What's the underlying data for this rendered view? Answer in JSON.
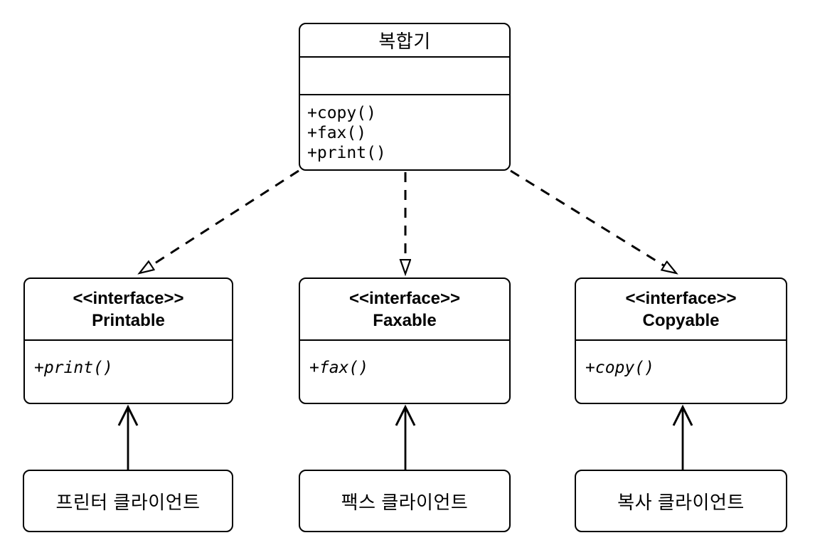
{
  "diagram": {
    "type": "uml-class-diagram",
    "colors": {
      "line": "#000000",
      "background": "#ffffff",
      "box_fill": "#ffffff"
    },
    "main_class": {
      "name": "복합기",
      "attributes": "",
      "methods": [
        "+copy()",
        "+fax()",
        "+print()"
      ]
    },
    "interfaces": [
      {
        "stereotype": "<<interface>>",
        "name": "Printable",
        "method": "+print()"
      },
      {
        "stereotype": "<<interface>>",
        "name": "Faxable",
        "method": "+fax()"
      },
      {
        "stereotype": "<<interface>>",
        "name": "Copyable",
        "method": "+copy()"
      }
    ],
    "clients": [
      {
        "name": "프린터 클라이언트"
      },
      {
        "name": "팩스 클라이언트"
      },
      {
        "name": "복사 클라이언트"
      }
    ],
    "relationships": [
      {
        "from": "복합기",
        "to": "Printable",
        "style": "dashed-realization-hollow-triangle"
      },
      {
        "from": "복합기",
        "to": "Faxable",
        "style": "dashed-realization-hollow-triangle"
      },
      {
        "from": "복합기",
        "to": "Copyable",
        "style": "dashed-realization-hollow-triangle"
      },
      {
        "from": "프린터 클라이언트",
        "to": "Printable",
        "style": "solid-open-arrow"
      },
      {
        "from": "팩스 클라이언트",
        "to": "Faxable",
        "style": "solid-open-arrow"
      },
      {
        "from": "복사 클라이언트",
        "to": "Copyable",
        "style": "solid-open-arrow"
      }
    ]
  }
}
